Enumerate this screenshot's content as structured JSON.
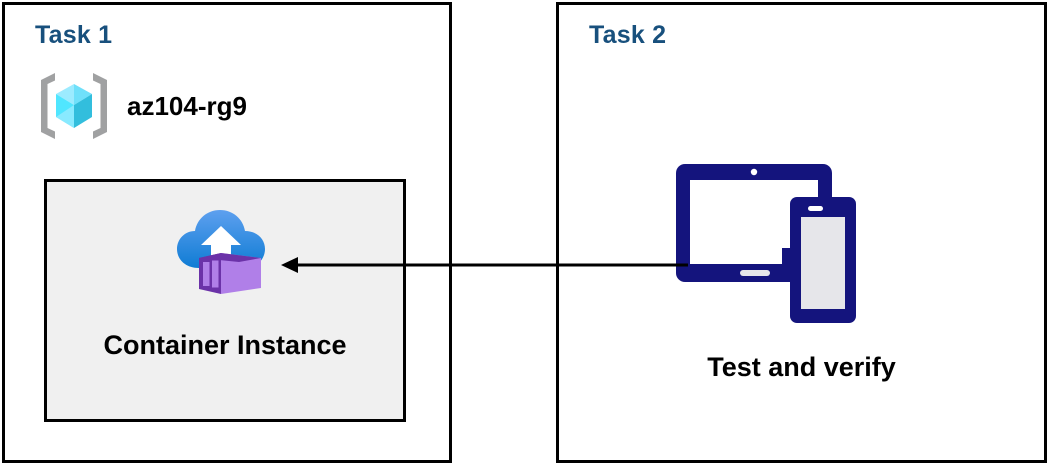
{
  "diagram": {
    "title_color": "#18507d",
    "panels": [
      {
        "id": "task1",
        "title": "Task 1",
        "resource_group": {
          "icon": "azure-resource-group-icon",
          "label": "az104-rg9"
        },
        "resource": {
          "icon": "azure-container-instance-icon",
          "label": "Container Instance"
        }
      },
      {
        "id": "task2",
        "title": "Task 2",
        "device": {
          "icon": "tablet-and-phone-devices-icon",
          "label": "Test and verify"
        }
      }
    ],
    "connector": {
      "name": "arrow-task2-to-container-instance",
      "direction": "right-to-left",
      "color": "#000000"
    },
    "colors": {
      "panel_border": "#000000",
      "resource_box_fill": "#f0f0f0",
      "heading_blue": "#18507d",
      "device_navy": "#14147d",
      "container_purple": "#b07fe8",
      "cloud_blue": "#1b7fd4",
      "cube_cyan": "#50e6ff",
      "bracket_gray": "#a0a1a2"
    }
  }
}
